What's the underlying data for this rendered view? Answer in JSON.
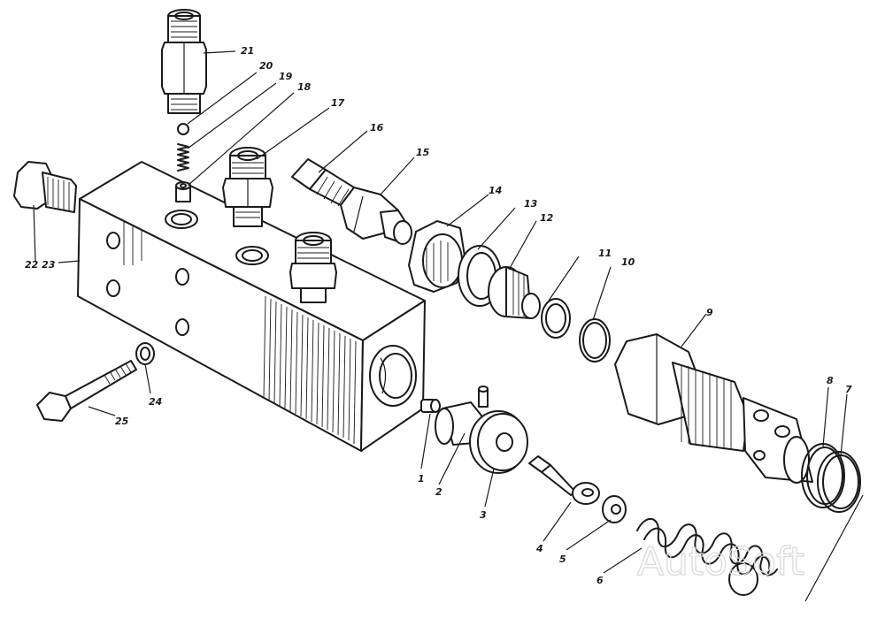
{
  "labels": {
    "p1": "1",
    "p2": "2",
    "p3": "3",
    "p4": "4",
    "p5": "5",
    "p6": "6",
    "p7": "7",
    "p8": "8",
    "p9": "9",
    "p10": "10",
    "p11": "11",
    "p12": "12",
    "p13": "13",
    "p14": "14",
    "p15": "15",
    "p16": "16",
    "p17": "17",
    "p18": "18",
    "p19": "19",
    "p20": "20",
    "p21": "21",
    "p22_23": "22 23",
    "p24": "24",
    "p25": "25"
  },
  "watermark": "AutoSoft"
}
